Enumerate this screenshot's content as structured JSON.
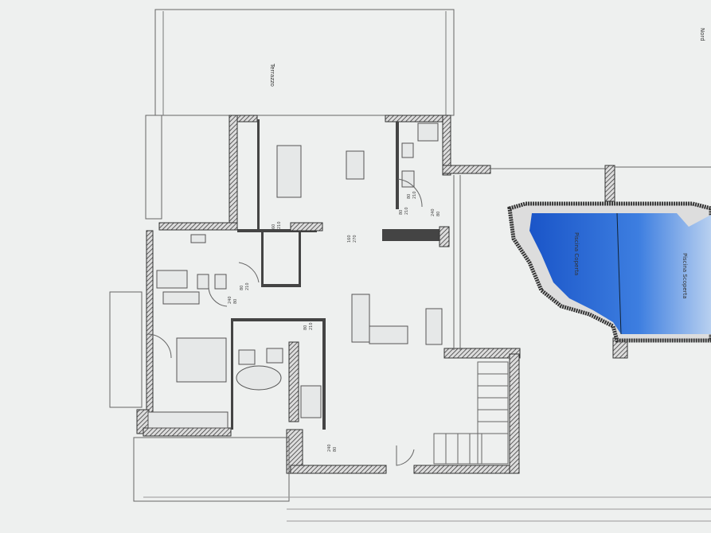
{
  "labels": {
    "terrace": "Terrazzo",
    "north": "Nord",
    "pool_covered": "Piscina Coperta",
    "pool_open": "Piscina Scoperta"
  },
  "dimensions": [
    {
      "w": "60",
      "h": "210"
    },
    {
      "w": "160",
      "h": "270"
    },
    {
      "w": "80",
      "h": "210"
    },
    {
      "w": "80",
      "h": "210"
    },
    {
      "w": "80",
      "h": "210"
    },
    {
      "w": "80",
      "h": "210"
    },
    {
      "w": "240",
      "h": "80"
    },
    {
      "w": "240",
      "h": "80"
    },
    {
      "w": "240",
      "h": "80"
    }
  ],
  "colors": {
    "pool": "#1f5fcf",
    "pool_light": "#8fb4ee",
    "paper": "#eef0ef",
    "wall": "#444444"
  }
}
